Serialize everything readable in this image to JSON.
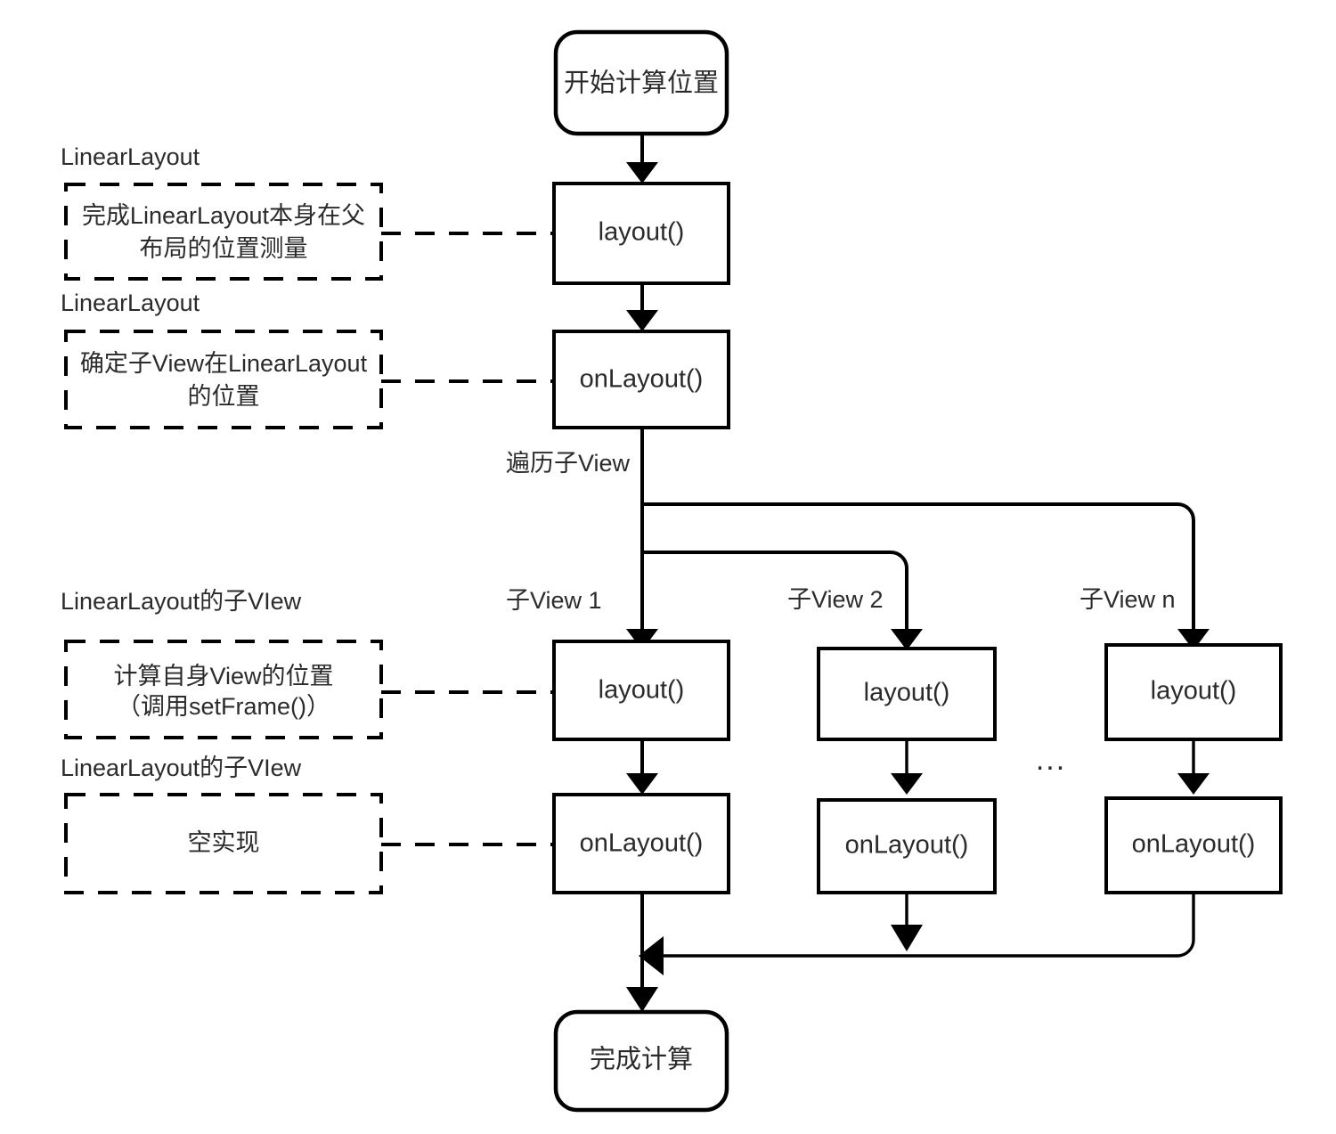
{
  "diagram": {
    "title": "Android LinearLayout layout() flow",
    "colors": {
      "stroke": "#000000",
      "text": "#2b2b2b",
      "background": "#ffffff"
    },
    "start_node": {
      "label": "开始计算位置"
    },
    "end_node": {
      "label": "完成计算"
    },
    "parent_flow": {
      "layout": {
        "label": "layout()"
      },
      "on_layout": {
        "label": "onLayout()"
      }
    },
    "traverse_label": "遍历子View",
    "ellipsis": "...",
    "children": [
      {
        "branch_label": "子View 1",
        "layout": {
          "label": "layout()"
        },
        "on_layout": {
          "label": "onLayout()"
        }
      },
      {
        "branch_label": "子View 2",
        "layout": {
          "label": "layout()"
        },
        "on_layout": {
          "label": "onLayout()"
        }
      },
      {
        "branch_label": "子View n",
        "layout": {
          "label": "layout()"
        },
        "on_layout": {
          "label": "onLayout()"
        }
      }
    ],
    "annotations": [
      {
        "group_label": "LinearLayout",
        "line1": "完成LinearLayout本身在父",
        "line2": "布局的位置测量"
      },
      {
        "group_label": "LinearLayout",
        "line1": "确定子View在LinearLayout",
        "line2": "的位置"
      },
      {
        "group_label": "LinearLayout的子VIew",
        "line1": "计算自身View的位置",
        "line2": "（调用setFrame()）"
      },
      {
        "group_label": "LinearLayout的子VIew",
        "line1": "空实现",
        "line2": ""
      }
    ]
  }
}
